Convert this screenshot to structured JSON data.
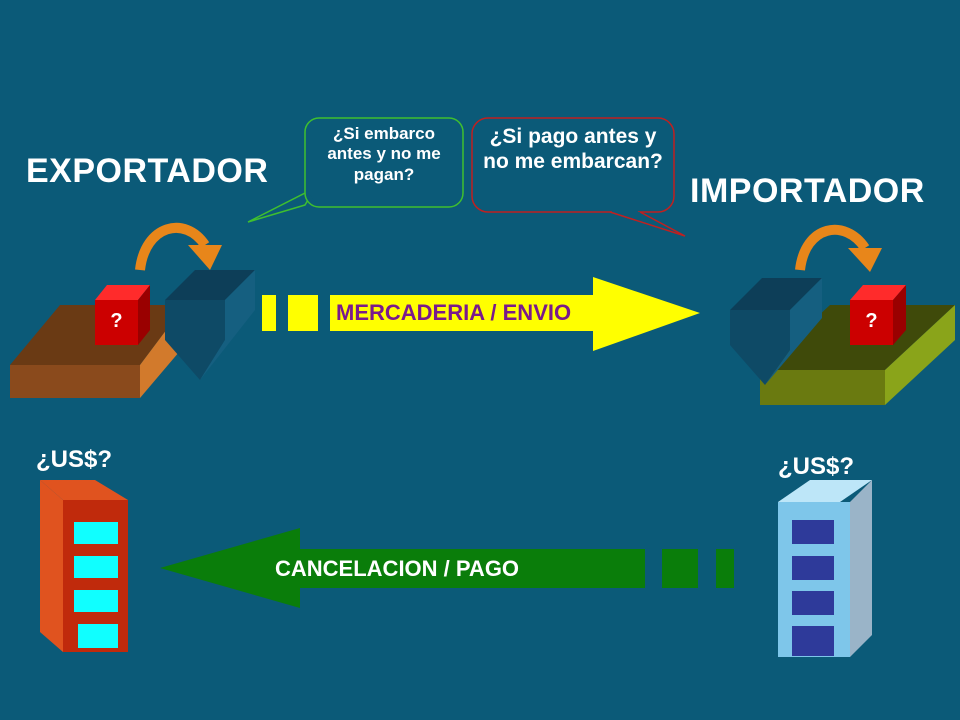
{
  "exporter": {
    "title": "EXPORTADOR",
    "bubble": "¿Si embarco antes y no me pagan?",
    "money": "¿US$?",
    "box_mark": "?"
  },
  "importer": {
    "title": "IMPORTADOR",
    "bubble": "¿Si pago antes y no me embarcan?",
    "money": "¿US$?",
    "box_mark": "?"
  },
  "arrows": {
    "goods": "MERCADERIA / ENVIO",
    "payment": "CANCELACION / PAGO"
  },
  "colors": {
    "background": "#0b5a78",
    "goods_arrow": "#ffff00",
    "goods_text": "#7a1a8c",
    "payment_arrow": "#0a7d0a",
    "payment_text": "#ffffff",
    "exporter_bubble_border": "#3fbf2f",
    "importer_bubble_border": "#c02020",
    "box": "#cc0000",
    "orange_arrow": "#e8861a"
  }
}
